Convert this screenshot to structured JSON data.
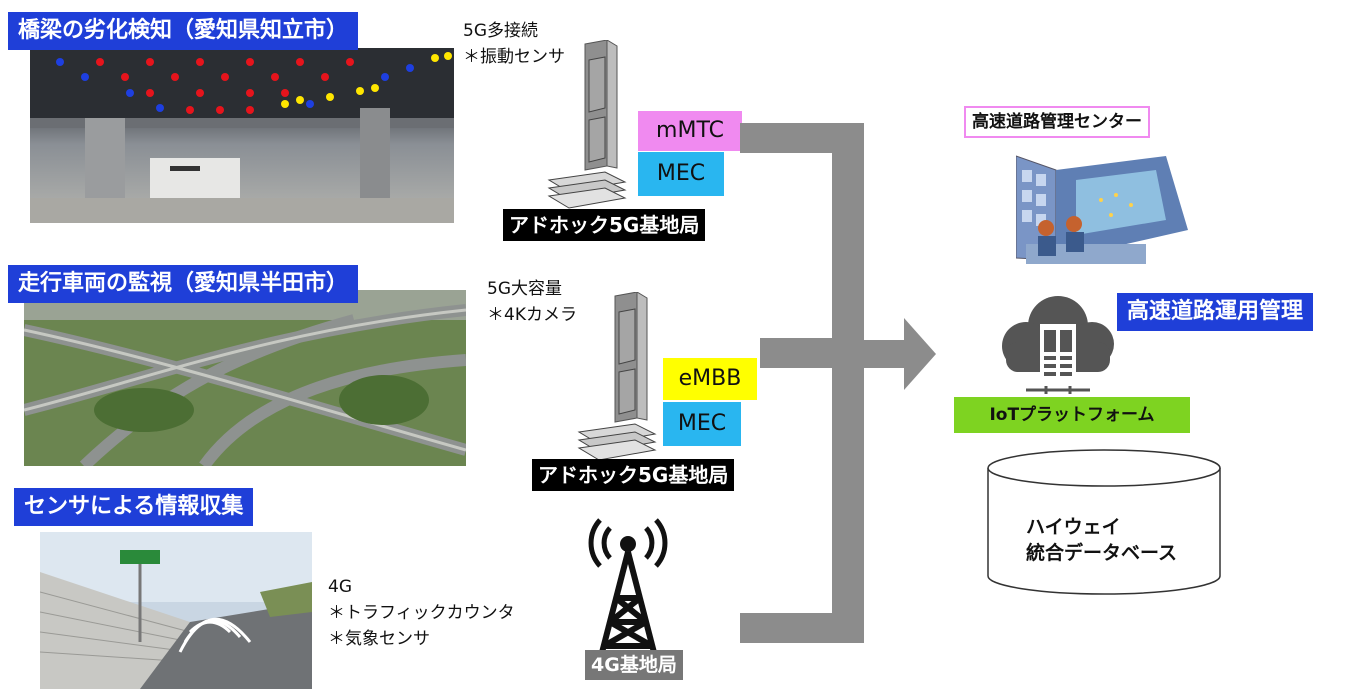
{
  "bridge": {
    "title": "橋梁の劣化検知（愛知県知立市）",
    "note": "5G多接続\n＊振動センサ",
    "tag": "mMTC",
    "mec": "MEC",
    "station": "アドホック5G基地局"
  },
  "traffic": {
    "title": "走行車両の監視（愛知県半田市）",
    "note": "5G大容量\n＊4Kカメラ",
    "tag": "eMBB",
    "mec": "MEC",
    "station": "アドホック5G基地局"
  },
  "sensor": {
    "title": "センサによる情報収集",
    "note": "4G\n＊トラフィックカウンタ\n＊気象センサ",
    "station": "4G基地局"
  },
  "right": {
    "center_label": "高速道路管理センター",
    "ops_label": "高速道路運用管理",
    "iot_label": "IoTプラットフォーム",
    "db_line1": "ハイウェイ",
    "db_line2": "統合データベース"
  },
  "colors": {
    "title_blue": "#1f3fd8",
    "mmtc_pink": "#f08af0",
    "embb_yellow": "#ffff00",
    "mec_cyan": "#29b6f0",
    "iot_green": "#7ed321",
    "arrow_gray": "#8c8c8c"
  }
}
